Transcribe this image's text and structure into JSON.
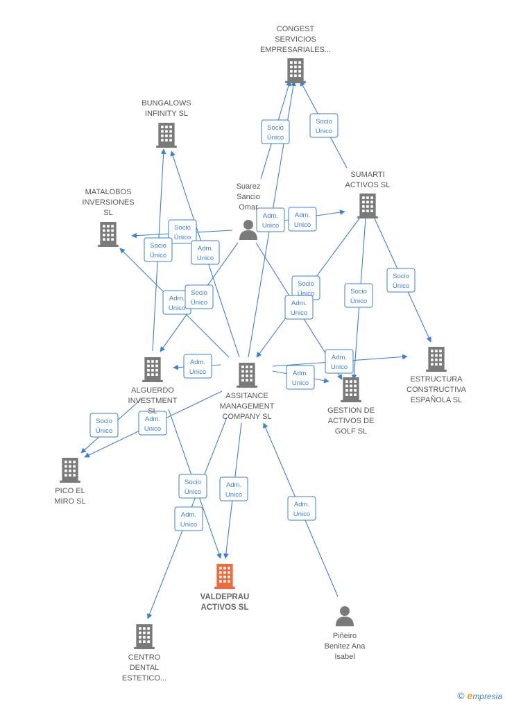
{
  "colors": {
    "edge": "#3a7fd5",
    "company_icon": "#7a7a7a",
    "focus_icon": "#f26a3a",
    "person_icon": "#7a7a7a",
    "label": "#555555"
  },
  "nodes": [
    {
      "id": "congest",
      "kind": "company",
      "icon": "building-icon",
      "label": [
        "CONGEST",
        "SERVICIOS",
        "EMPRESARIALES..."
      ]
    },
    {
      "id": "bungalows",
      "kind": "company",
      "icon": "building-icon",
      "label": [
        "BUNGALOWS",
        "INFINITY  SL"
      ]
    },
    {
      "id": "matalobos",
      "kind": "company",
      "icon": "building-icon",
      "label": [
        "MATALOBOS",
        "INVERSIONES",
        "SL"
      ]
    },
    {
      "id": "suarez",
      "kind": "person",
      "icon": "person-icon",
      "label": [
        "Suarez",
        "Sancio",
        "Omar"
      ]
    },
    {
      "id": "sumarti",
      "kind": "company",
      "icon": "building-icon",
      "label": [
        "SUMARTI",
        "ACTIVOS  SL"
      ]
    },
    {
      "id": "estructura",
      "kind": "company",
      "icon": "building-icon",
      "label": [
        "ESTRUCTURA",
        "CONSTRUCTIVA",
        "ESPAÑOLA  SL"
      ]
    },
    {
      "id": "alguerdo",
      "kind": "company",
      "icon": "building-icon",
      "label": [
        "ALGUERDO",
        "INVESTMENT",
        "SL"
      ]
    },
    {
      "id": "assitance",
      "kind": "company",
      "icon": "building-icon",
      "label": [
        "ASSITANCE",
        "MANAGEMENT",
        "COMPANY  SL"
      ]
    },
    {
      "id": "gestion",
      "kind": "company",
      "icon": "building-icon",
      "label": [
        "GESTION DE",
        "ACTIVOS DE",
        "GOLF  SL"
      ]
    },
    {
      "id": "pico",
      "kind": "company",
      "icon": "building-icon",
      "label": [
        "PICO EL",
        "MIRO  SL"
      ]
    },
    {
      "id": "valdeprau",
      "kind": "focus",
      "icon": "building-icon",
      "label": [
        "VALDEPRAU",
        "ACTIVOS  SL"
      ]
    },
    {
      "id": "centro",
      "kind": "company",
      "icon": "building-icon",
      "label": [
        "CENTRO",
        "DENTAL",
        "ESTETICO..."
      ]
    },
    {
      "id": "pineiro",
      "kind": "person",
      "icon": "person-icon",
      "label": [
        "Piñeiro",
        "Benitez Ana",
        "Isabel"
      ]
    }
  ],
  "edges": [
    {
      "id": "suarez-congest",
      "badge": [
        "Socio",
        "Único"
      ]
    },
    {
      "id": "sumarti-congest",
      "badge": [
        "Socio",
        "Único"
      ]
    },
    {
      "id": "assitance-congest",
      "badge": []
    },
    {
      "id": "suarez-sumarti-a",
      "badge": [
        "Adm.",
        "Unico"
      ]
    },
    {
      "id": "suarez-sumarti-b",
      "badge": [
        "Adm.",
        "Unico"
      ]
    },
    {
      "id": "suarez-matalobos",
      "badge": [
        "Socio",
        "Único"
      ]
    },
    {
      "id": "alguerdo-bungalows",
      "badge": [
        "Socio",
        "Único"
      ]
    },
    {
      "id": "assitance-bungalows",
      "badge": [
        "Adm.",
        "Unico"
      ]
    },
    {
      "id": "assitance-matalobos",
      "badge": [
        "Adm.",
        "Unico"
      ]
    },
    {
      "id": "suarez-alguerdo",
      "badge": [
        "Socio",
        "Único"
      ]
    },
    {
      "id": "sumarti-assitance",
      "badge": [
        "Socio",
        "Único"
      ]
    },
    {
      "id": "suarez-gestion",
      "badge": [
        "Adm.",
        "Unico"
      ]
    },
    {
      "id": "sumarti-gestion",
      "badge": [
        "Socio",
        "Único"
      ]
    },
    {
      "id": "sumarti-estructura",
      "badge": [
        "Socio",
        "Único"
      ]
    },
    {
      "id": "assitance-estructura",
      "badge": [
        "Adm.",
        "Unico"
      ]
    },
    {
      "id": "assitance-gestion",
      "badge": [
        "Adm.",
        "Unico"
      ]
    },
    {
      "id": "assitance-alguerdo",
      "badge": [
        "Adm.",
        "Unico"
      ]
    },
    {
      "id": "alguerdo-pico",
      "badge": [
        "Socio",
        "Único"
      ]
    },
    {
      "id": "assitance-pico",
      "badge": [
        "Adm.",
        "Unico"
      ]
    },
    {
      "id": "alguerdo-valdeprau",
      "badge": [
        "Socio",
        "Único"
      ]
    },
    {
      "id": "assitance-valdeprau",
      "badge": [
        "Adm.",
        "Unico"
      ]
    },
    {
      "id": "assitance-centro",
      "badge": [
        "Adm.",
        "Unico"
      ]
    },
    {
      "id": "pineiro-assitance",
      "badge": [
        "Adm.",
        "Unico"
      ]
    }
  ],
  "brand": {
    "copyright": "©",
    "initial": "e",
    "rest": "mpresia"
  }
}
